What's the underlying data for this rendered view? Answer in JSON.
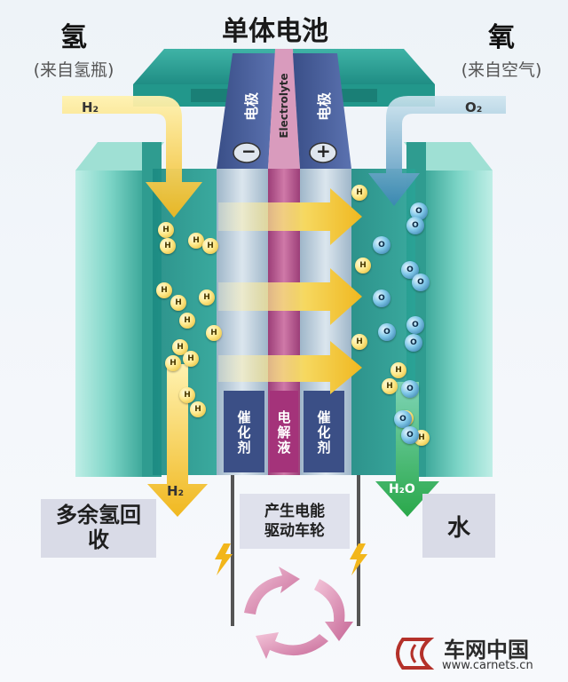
{
  "title": "单体电池",
  "hydrogen": {
    "title": "氢",
    "subtitle": "(来自氢瓶)",
    "inlet": "H₂",
    "outlet": "H₂"
  },
  "oxygen": {
    "title": "氧",
    "subtitle": "(来自空气)",
    "inlet": "O₂"
  },
  "electrodes": {
    "left": "电极",
    "right": "电极",
    "left_sign": "−",
    "right_sign": "+"
  },
  "electrolyte_label": "Electrolyte",
  "layers": {
    "catalyst_left": "催化剂",
    "electrolyte": "电解液",
    "catalyst_right": "催化剂"
  },
  "bottom": {
    "surplus": "多余氢回收",
    "energy": "产生电能驱动车轮",
    "water": "水",
    "water_formula": "H₂O"
  },
  "particle": {
    "h": "H",
    "o": "O"
  },
  "watermark": {
    "name": "车网中国",
    "url": "www.carnets.cn"
  },
  "colors": {
    "teal_light": "#5fc6b8",
    "teal_dark": "#1e8c82",
    "yellow_arrow": "#f2c437",
    "green_arrow": "#44b04a",
    "electrolyte": "#b25a8c",
    "electrode_dark": "#3b4f86"
  }
}
